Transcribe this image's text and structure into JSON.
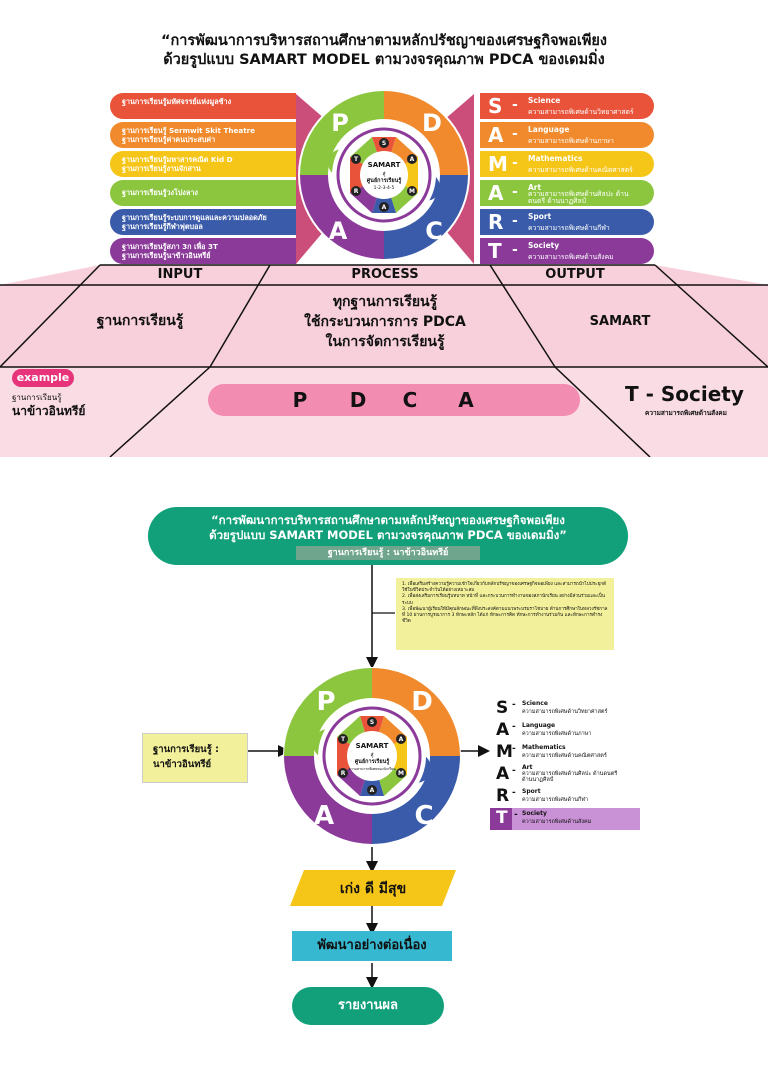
{
  "top_title": {
    "line1": "“การพัฒนาการบริหารสถานศึกษาตามหลักปรัชญาของเศรษฐกิจพอเพียง",
    "line2": "ด้วยรูปแบบ SAMART MODEL ตามวงจรคุณภาพ PDCA ของเดมมิ่ง"
  },
  "input_bars": [
    {
      "text": "ฐานการเรียนรู้มหัศจรรย์แห่งมูลช้าง",
      "color": "#e8533a"
    },
    {
      "text": "ฐานการเรียนรู้ Sermwit Skit Theatre\nฐานการเรียนรู้ค่าคนประสบค่า",
      "color": "#f08a2c"
    },
    {
      "text": "ฐานการเรียนรู้มหาสารคณิต Kid D\nฐานการเรียนรู้งานจักสาน",
      "color": "#f5c518"
    },
    {
      "text": "ฐานการเรียนรู้วงโปงลาง",
      "color": "#8cc63f"
    },
    {
      "text": "ฐานการเรียนรู้ระบบการดูแลและความปลอดภัย\nฐานการเรียนรู้กีฬาฟุตบอล",
      "color": "#3a5ba9"
    },
    {
      "text": "ฐานการเรียนรู้สภา 3ก เพื่อ 3T\nฐานการเรียนรู้นาข้าวอินทรีย์",
      "color": "#8b3a9a"
    }
  ],
  "output_bars": [
    {
      "letter": "S",
      "en": "Science",
      "th": "ความสามารถพิเศษด้านวิทยาศาสตร์",
      "color": "#e8533a"
    },
    {
      "letter": "A",
      "en": "Language",
      "th": "ความสามารถพิเศษด้านภาษา",
      "color": "#f08a2c"
    },
    {
      "letter": "M",
      "en": "Mathematics",
      "th": "ความสามารถพิเศษด้านคณิตศาสตร์",
      "color": "#f5c518"
    },
    {
      "letter": "A",
      "en": "Art",
      "th": "ความสามารถพิเศษด้านศิลปะ ด้านดนตรี ด้านนาฏศิลป์",
      "color": "#8cc63f"
    },
    {
      "letter": "R",
      "en": "Sport",
      "th": "ความสามารถพิเศษด้านกีฬา",
      "color": "#3a5ba9"
    },
    {
      "letter": "T",
      "en": "Society",
      "th": "ความสามารถพิเศษด้านสังคม",
      "color": "#8b3a9a"
    }
  ],
  "wheel": {
    "p": "P",
    "d": "D",
    "c": "C",
    "a": "A",
    "center_title": "SAMART",
    "center_sub1": "สู่",
    "center_sub2": "ศูนย์การเรียนรู้",
    "center_nums": "1-2-3-4-5",
    "center_small": "ความสามารถพิเศษของนักเรียน",
    "hex": [
      "S",
      "A",
      "M",
      "A",
      "R",
      "T"
    ]
  },
  "labels": {
    "input": "INPUT",
    "process": "PROCESS",
    "output": "OUTPUT"
  },
  "row2": {
    "left": "ฐานการเรียนรู้",
    "mid1": "ทุกฐานการเรียนรู้",
    "mid2": "ใช้กระบวนการการ PDCA",
    "mid3": "ในการจัดการเรียนรู้",
    "right": "SAMART"
  },
  "row3": {
    "example": "example",
    "base_small": "ฐานการเรียนรู้",
    "base_big": "นาข้าวอินทรีย์",
    "pdca": [
      "P",
      "D",
      "C",
      "A"
    ],
    "tsoc": "T - Society",
    "tsoc_sub": "ความสามารถพิเศษด้านสังคม"
  },
  "lower_title": {
    "line1": "“การพัฒนาการบริหารสถานศึกษาตามหลักปรัชญาของเศรษฐกิจพอเพียง",
    "line2": "ด้วยรูปแบบ SAMART MODEL ตามวงจรคุณภาพ PDCA ของเดมมิ่ง”",
    "subtitle": "ฐานการเรียนรู้ : นาข้าวอินทรีย์"
  },
  "objectives": [
    "1. เพื่อเสริมสร้างความรู้ความเข้าใจเกี่ยวกับหลักปรัชญาของเศรษฐกิจพอเพียง และสามารถนำไปประยุกต์ใช้ในชีวิตประจำวันได้อย่างเหมาะสม",
    "2. เพื่อส่งเสริมการเรียนรู้บทบาท หน้าที่ และกระบวนการทำงานของสภานักเรียน อย่างมีส่วนร่วมและเป็นระบบ",
    "3. เพื่อพัฒนาผู้เรียนให้มีคุณลักษณะที่พึงประสงค์ตามแนวพระบรมราโชบาย ด้านการศึกษาในหลวงรัชกาลที่ 10 ผ่านการบูรณาการ 3 ทักษะหลัก ได้แก่ ทักษะการคิด ทักษะการทำงานร่วมกัน และทักษะการดำรงชีวิต"
  ],
  "lower_left_box": {
    "line1": "ฐานการเรียนรู้ :",
    "line2": "นาข้าวอินทรีย์"
  },
  "lower_samart": [
    {
      "letter": "S",
      "en": "Science",
      "th": "ความสามารถพิเศษด้านวิทยาศาสตร์"
    },
    {
      "letter": "A",
      "en": "Language",
      "th": "ความสามารถพิเศษด้านภาษา"
    },
    {
      "letter": "M",
      "en": "Mathematics",
      "th": "ความสามารถพิเศษด้านคณิตศาสตร์"
    },
    {
      "letter": "A",
      "en": "Art",
      "th": "ความสามารถพิเศษด้านศิลปะ ด้านดนตรี ด้านนาฏศิลป์"
    },
    {
      "letter": "R",
      "en": "Sport",
      "th": "ความสามารถพิเศษด้านกีฬา"
    },
    {
      "letter": "T",
      "en": "Society",
      "th": "ความสามารถพิเศษด้านสังคม"
    }
  ],
  "flow": {
    "box1": "เก่ง ดี มีสุข",
    "box2": "พัฒนาอย่างต่อเนื่อง",
    "box3": "รายงานผล"
  },
  "colors": {
    "red": "#e8533a",
    "orange": "#f08a2c",
    "yellow": "#f5c518",
    "green": "#8cc63f",
    "blue": "#3a5ba9",
    "purple": "#8b3a9a",
    "pink": "#f8d0dc",
    "teal": "#12a07a",
    "cyan": "#35b8d0"
  }
}
